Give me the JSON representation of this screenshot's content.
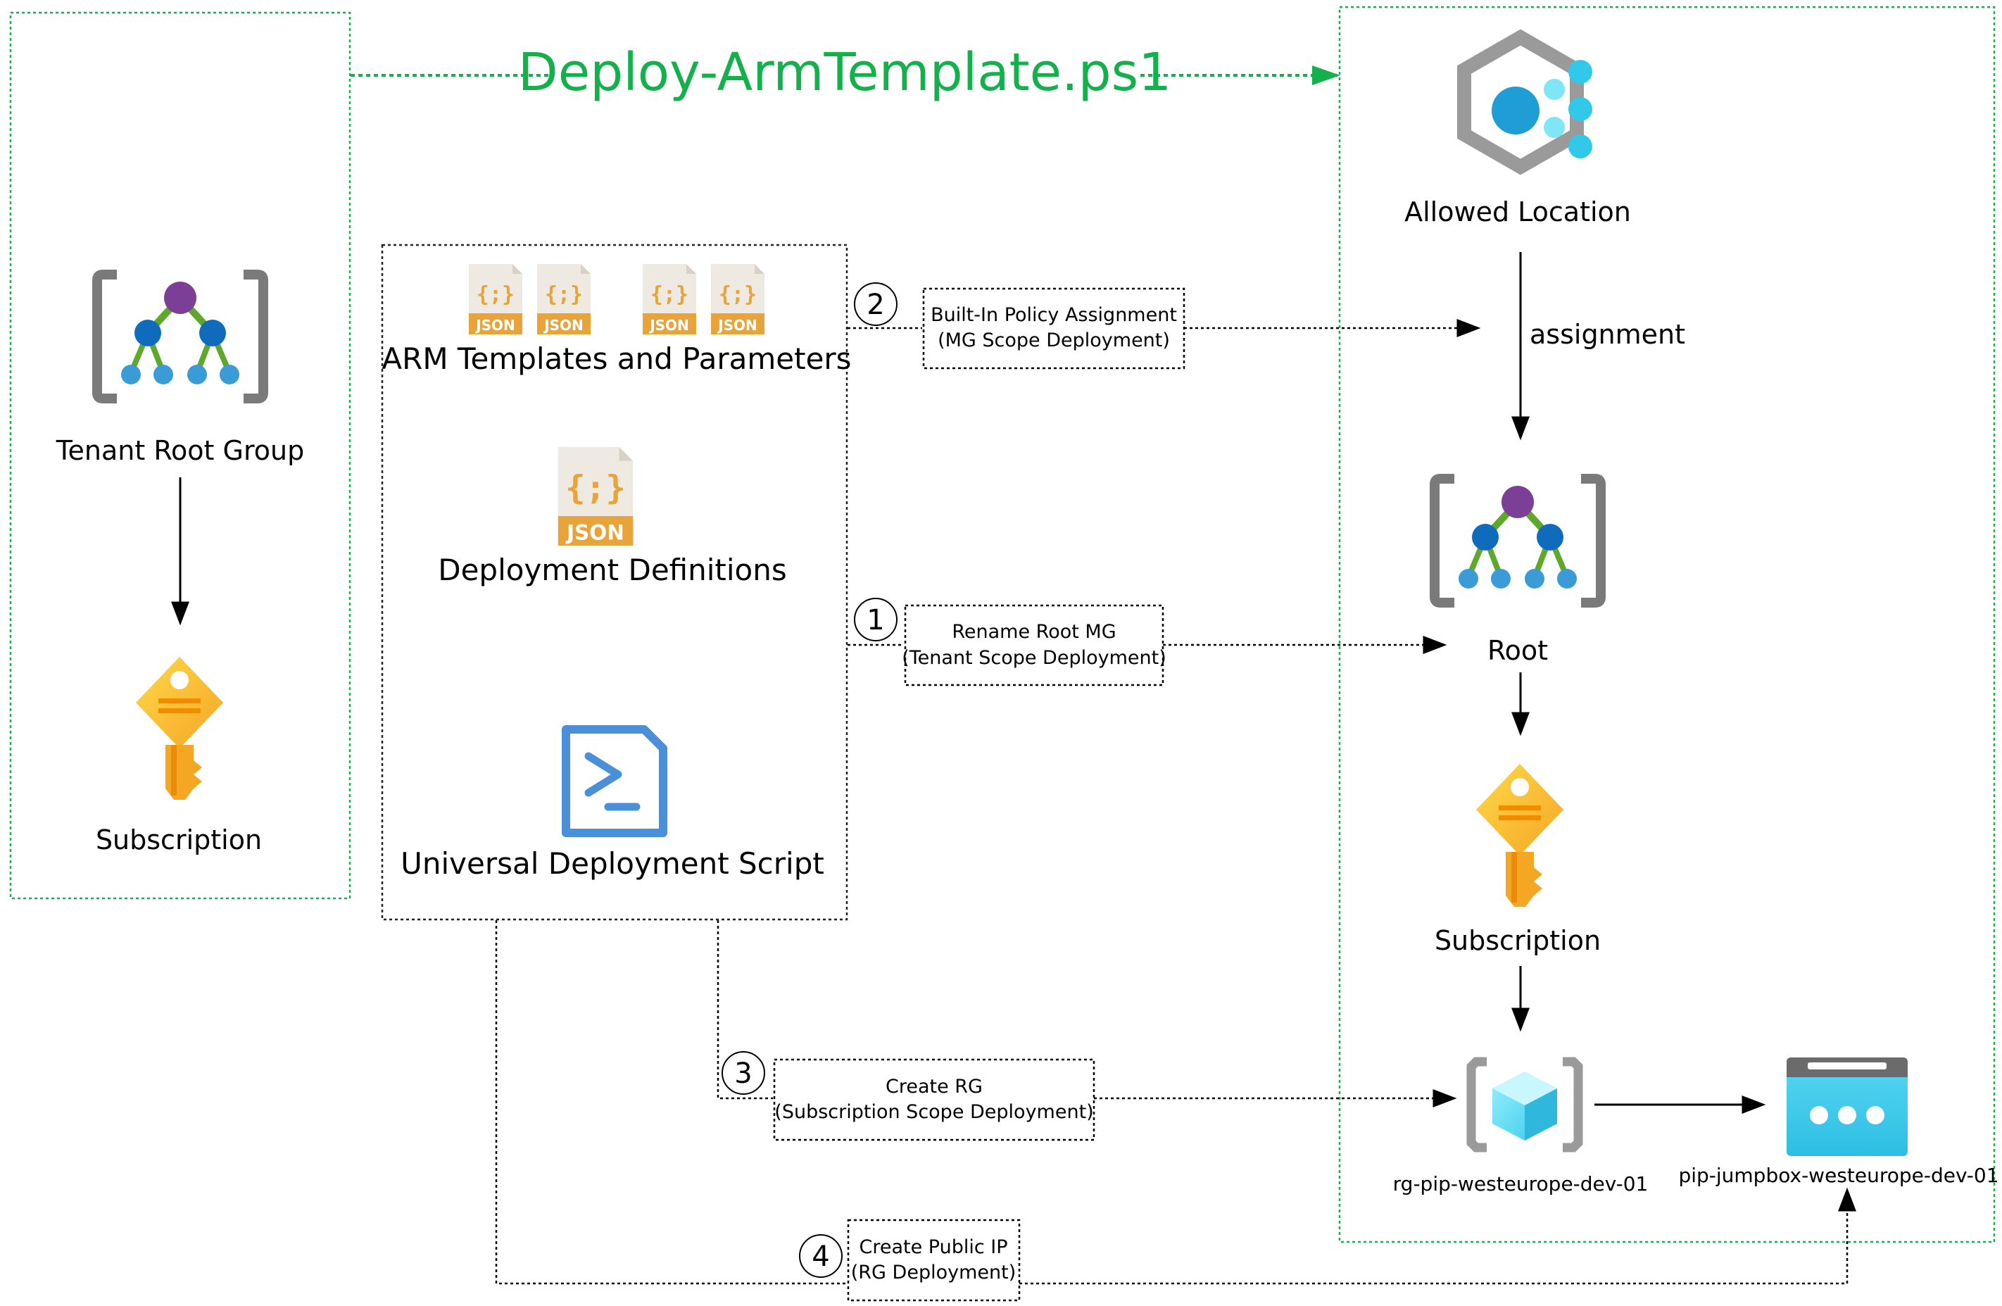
{
  "title": "Deploy-ArmTemplate.ps1",
  "source": {
    "root_group_label": "Tenant Root Group",
    "subscription_label": "Subscription"
  },
  "artifacts": {
    "templates_label": "ARM Templates and Parameters",
    "definitions_label": "Deployment Definitions",
    "script_label": "Universal Deployment Script",
    "json_badge": "JSON"
  },
  "target": {
    "policy_label": "Allowed Location",
    "assignment_label": "assignment",
    "root_label": "Root",
    "subscription_label": "Subscription",
    "resource_group_label": "rg-pip-westeurope-dev-01",
    "public_ip_label": "pip-jumpbox-westeurope-dev-01"
  },
  "steps": [
    {
      "number": "1",
      "line1": "Rename Root MG",
      "line2": "(Tenant Scope Deployment)"
    },
    {
      "number": "2",
      "line1": "Built-In Policy Assignment",
      "line2": "(MG Scope Deployment)"
    },
    {
      "number": "3",
      "line1": "Create RG",
      "line2": "(Subscription Scope Deployment)"
    },
    {
      "number": "4",
      "line1": "Create Public IP",
      "line2": "(RG Deployment)"
    }
  ],
  "colors": {
    "accent_green": "#14b04c",
    "group_purple": "#7b3f98",
    "group_blue": "#0f6cbd",
    "key_yellow": "#fcc419",
    "json_orange": "#e8a33a",
    "powershell_blue": "#4a90d9",
    "cyan": "#32c9e8"
  }
}
